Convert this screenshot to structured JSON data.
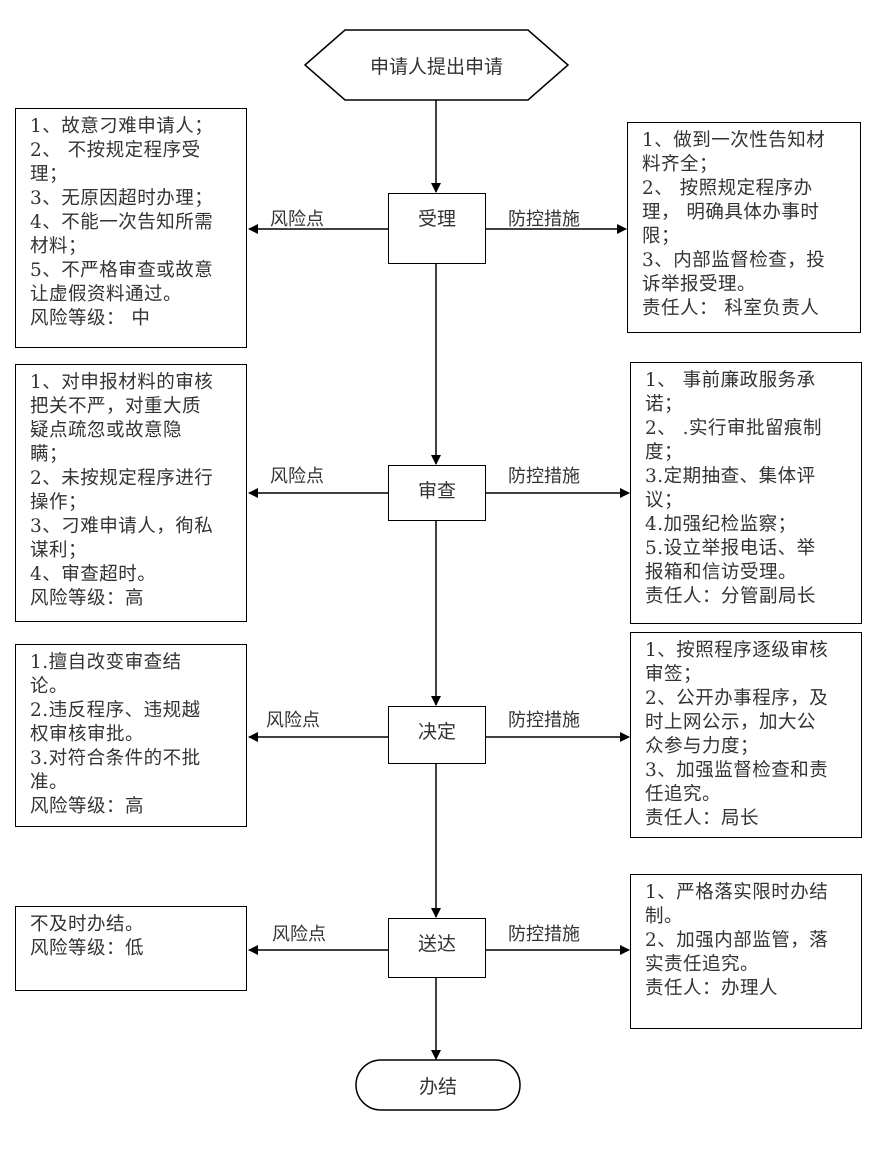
{
  "start": "申请人提出申请",
  "end": "办结",
  "risk_label": "风险点",
  "control_label": "防控措施",
  "stages": [
    {
      "name": "受理",
      "risk": [
        "1、故意刁难申请人；",
        "2、 不按规定程序受",
        "理；",
        "3、无原因超时办理；",
        "4、不能一次告知所需",
        "材料；",
        "5、不严格审查或故意",
        "让虚假资料通过。",
        "风险等级： 中"
      ],
      "control": [
        "1、做到一次性告知材",
        "料齐全；",
        "2、 按照规定程序办",
        "理， 明确具体办事时",
        "限；",
        "3、内部监督检查，投",
        "诉举报受理。",
        "责任人： 科室负责人"
      ]
    },
    {
      "name": "审查",
      "risk": [
        "1、对申报材料的审核",
        "把关不严，对重大质",
        "疑点疏忽或故意隐",
        "瞒；",
        "2、未按规定程序进行",
        "操作；",
        "3、刁难申请人，徇私",
        "谋利；",
        "4、审查超时。",
        "风险等级：高"
      ],
      "control": [
        "1、 事前廉政服务承",
        "诺；",
        "2、 .实行审批留痕制",
        "度；",
        "3.定期抽查、集体评",
        "议；",
        "4.加强纪检监察；",
        "5.设立举报电话、举",
        "报箱和信访受理。",
        "责任人：分管副局长"
      ]
    },
    {
      "name": "决定",
      "risk": [
        "1.擅自改变审查结",
        "论。",
        "2.违反程序、违规越",
        "权审核审批。",
        "3.对符合条件的不批",
        "准。",
        "风险等级：高"
      ],
      "control": [
        "1、按照程序逐级审核",
        "审签；",
        "2、公开办事程序，及",
        "时上网公示，加大公",
        "众参与力度；",
        "3、加强监督检查和责",
        "任追究。",
        "责任人：局长"
      ]
    },
    {
      "name": "送达",
      "risk": [
        "不及时办结。",
        "风险等级：低"
      ],
      "control": [
        "1、严格落实限时办结",
        "制。",
        "2、加强内部监管，落",
        "实责任追究。",
        "责任人：办理人"
      ]
    }
  ]
}
